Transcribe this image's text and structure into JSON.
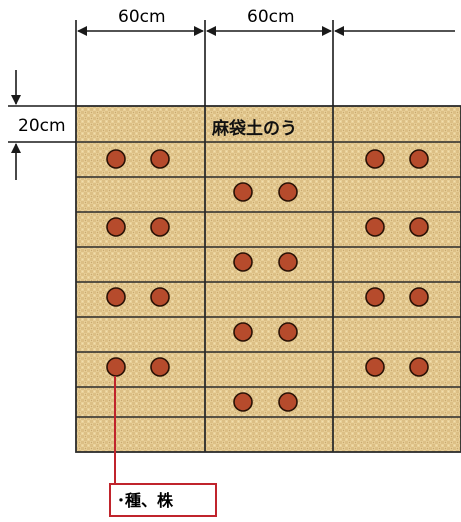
{
  "dimensions": {
    "top_left_label": "60cm",
    "top_right_label": "60cm",
    "left_label": "20cm"
  },
  "area_label": "麻袋土のう",
  "legend": {
    "text": "･種、株"
  },
  "colors": {
    "burlap": "#e8cf98",
    "burlap_dark": "#c7a66b",
    "plant_fill": "#b64b2c",
    "plant_stroke": "#2a1206",
    "callout": "#c0242c",
    "line": "#1a1a1a"
  }
}
